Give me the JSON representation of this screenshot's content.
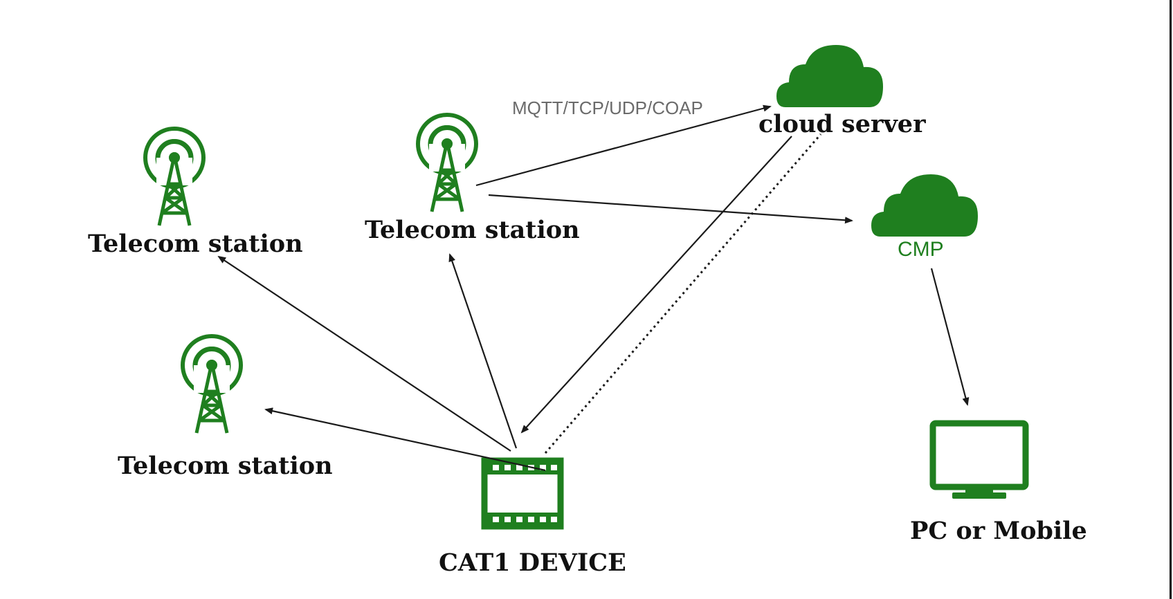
{
  "colors": {
    "icon_green": "#1f7f1f",
    "arrow": "#1a1a1a",
    "protocol_text": "#6b6b6b",
    "label_text": "#111111"
  },
  "nodes": {
    "station_left": {
      "label": "Telecom station",
      "icon": "radio-tower-icon"
    },
    "station_middle": {
      "label": "Telecom station",
      "icon": "radio-tower-icon"
    },
    "station_lower": {
      "label": "Telecom station",
      "icon": "radio-tower-icon"
    },
    "cloud_server": {
      "label": "cloud server",
      "icon": "cloud-icon"
    },
    "cmp": {
      "label": "CMP",
      "icon": "cloud-icon"
    },
    "pc": {
      "label": "PC or Mobile",
      "icon": "monitor-icon"
    },
    "device": {
      "label": "CAT1 DEVICE",
      "icon": "device-module-icon"
    }
  },
  "edges": {
    "protocol_label": "MQTT/TCP/UDP/COAP"
  }
}
